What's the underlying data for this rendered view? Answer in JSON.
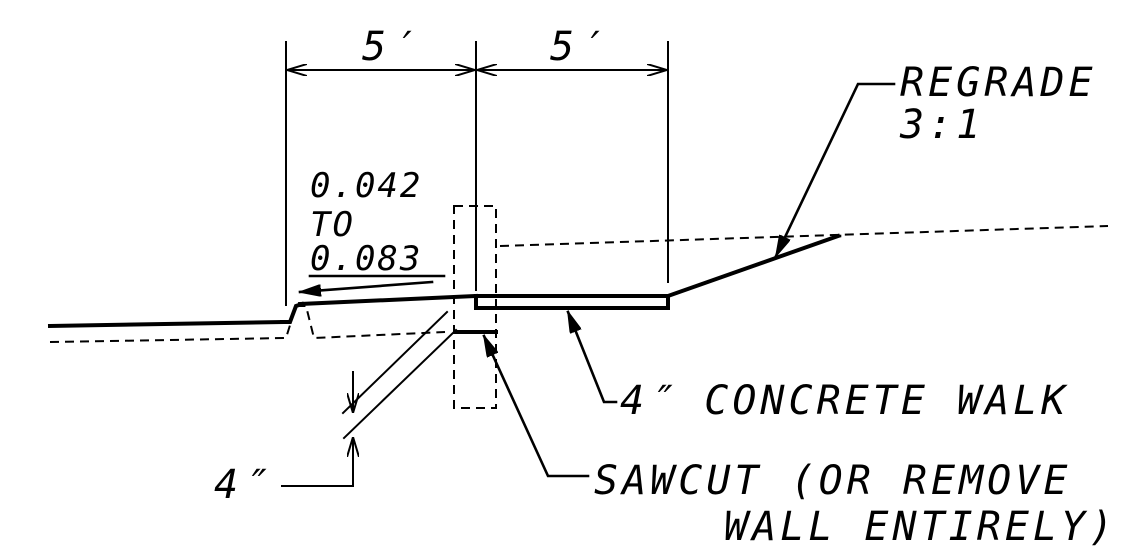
{
  "dimensions": {
    "left_width": "5′",
    "right_width": "5′",
    "wall_offset": "4″"
  },
  "callouts": {
    "regrade_line1": "REGRADE",
    "regrade_line2": "3:1",
    "slope_line1": "0.042",
    "slope_line2": "TO",
    "slope_line3": "0.083",
    "walk": "4″ CONCRETE WALK",
    "sawcut_line1": "SAWCUT (OR REMOVE",
    "sawcut_line2": "WALL ENTIRELY)"
  }
}
